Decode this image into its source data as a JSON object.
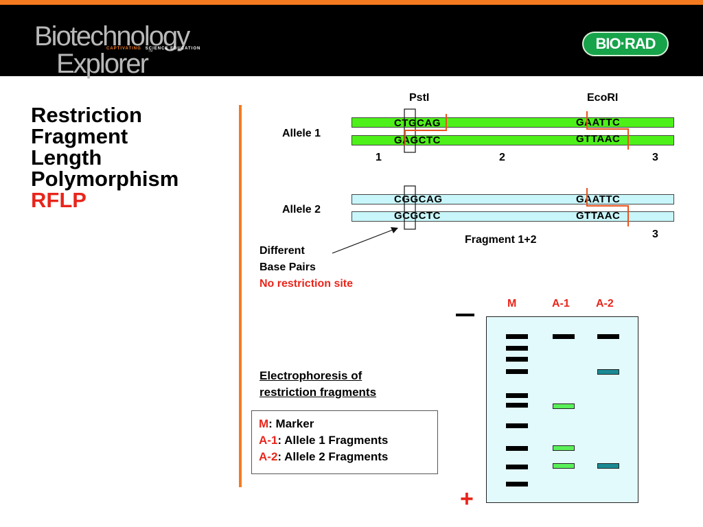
{
  "header": {
    "logo_line1": "Biotechnology",
    "logo_tagline_1": "CAPTIVATING",
    "logo_tagline_2": "SCIENCE EDUCATION",
    "logo_line2": "Explorer",
    "logo_tm": "™",
    "brand": "BIO·RAD"
  },
  "title": {
    "line1": "Restriction",
    "line2": "Fragment",
    "line3": "Length",
    "line4": "Polymorphism",
    "acronym": "RFLP"
  },
  "enzymes": {
    "left": "PstI",
    "right": "EcoRI"
  },
  "allele1": {
    "label": "Allele 1",
    "top_left": "CTGCAG",
    "bottom_left": "GAGCTC",
    "top_right": "GAATTC",
    "bottom_right": "GTTAAC",
    "fragments": [
      "1",
      "2",
      "3"
    ]
  },
  "allele2": {
    "label": "Allele 2",
    "top_left": "CGGCAG",
    "bottom_left": "GCGCTC",
    "top_right": "GAATTC",
    "bottom_right": "GTTAAC",
    "fragment_label": "Fragment 1+2",
    "fragment_3": "3"
  },
  "note": {
    "line1": "Different",
    "line2": "Base Pairs",
    "line3": "No restriction site"
  },
  "gel": {
    "lanes": [
      "M",
      "A-1",
      "A-2"
    ],
    "minus": "–",
    "plus": "+"
  },
  "electrophoresis": {
    "line1": "Electrophoresis of",
    "line2": "restriction fragments"
  },
  "legend": [
    {
      "key": "M",
      "text": ": Marker"
    },
    {
      "key": "A-1",
      "text": ": Allele 1 Fragments"
    },
    {
      "key": "A-2",
      "text": ": Allele 2 Fragments"
    }
  ],
  "colors": {
    "accent_orange": "#f47a20",
    "accent_red": "#e8251b",
    "strand_green": "#4ef01a",
    "strand_cyan": "#c8f6fa",
    "brand_green": "#17a34a"
  }
}
